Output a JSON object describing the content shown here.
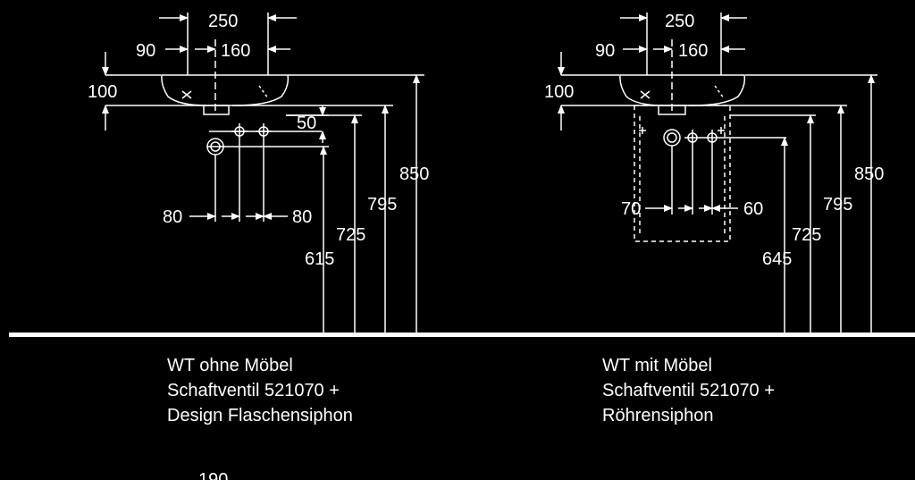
{
  "left": {
    "dims": {
      "d250": "250",
      "d90": "90",
      "d160": "160",
      "d100": "100",
      "d50": "50",
      "d850": "850",
      "d795": "795",
      "d725": "725",
      "d615": "615",
      "d80a": "80",
      "d80b": "80"
    },
    "caption": [
      "WT ohne Möbel",
      "Schaftventil 521070 +",
      "Design Flaschensiphon"
    ]
  },
  "right": {
    "dims": {
      "d250": "250",
      "d90": "90",
      "d160": "160",
      "d100": "100",
      "d850": "850",
      "d795": "795",
      "d725": "725",
      "d645": "645",
      "d70": "70",
      "d60": "60"
    },
    "caption": [
      "WT mit Möbel",
      "Schaftventil 521070 +",
      "Röhrensiphon"
    ]
  },
  "footer_stub": "190",
  "colors": {
    "background": "#000000",
    "lines": "#ffffff"
  }
}
